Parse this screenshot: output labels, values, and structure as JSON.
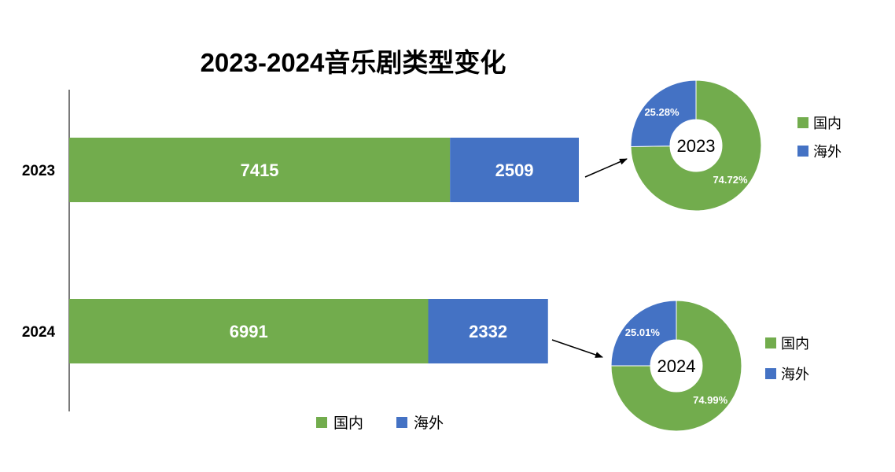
{
  "chart_data": [
    {
      "type": "bar",
      "title": "2023-2024音乐剧类型变化",
      "orientation": "horizontal",
      "stacked": true,
      "categories": [
        "2023",
        "2024"
      ],
      "series": [
        {
          "name": "国内",
          "values": [
            7415,
            6991
          ]
        },
        {
          "name": "海外",
          "values": [
            2509,
            2332
          ]
        }
      ],
      "legend_position": "bottom",
      "grid": false
    },
    {
      "type": "pie",
      "center_label": "2023",
      "slices": [
        {
          "name": "国内",
          "value": 74.72,
          "label": "74.72%"
        },
        {
          "name": "海外",
          "value": 25.28,
          "label": "25.28%"
        }
      ],
      "legend": [
        "国内",
        "海外"
      ],
      "legend_position": "right"
    },
    {
      "type": "pie",
      "center_label": "2024",
      "slices": [
        {
          "name": "国内",
          "value": 74.99,
          "label": "74.99%"
        },
        {
          "name": "海外",
          "value": 25.01,
          "label": "25.01%"
        }
      ],
      "legend": [
        "国内",
        "海外"
      ],
      "legend_position": "right"
    }
  ],
  "colors": {
    "domestic": "#72ac4d",
    "overseas": "#4472c4"
  }
}
